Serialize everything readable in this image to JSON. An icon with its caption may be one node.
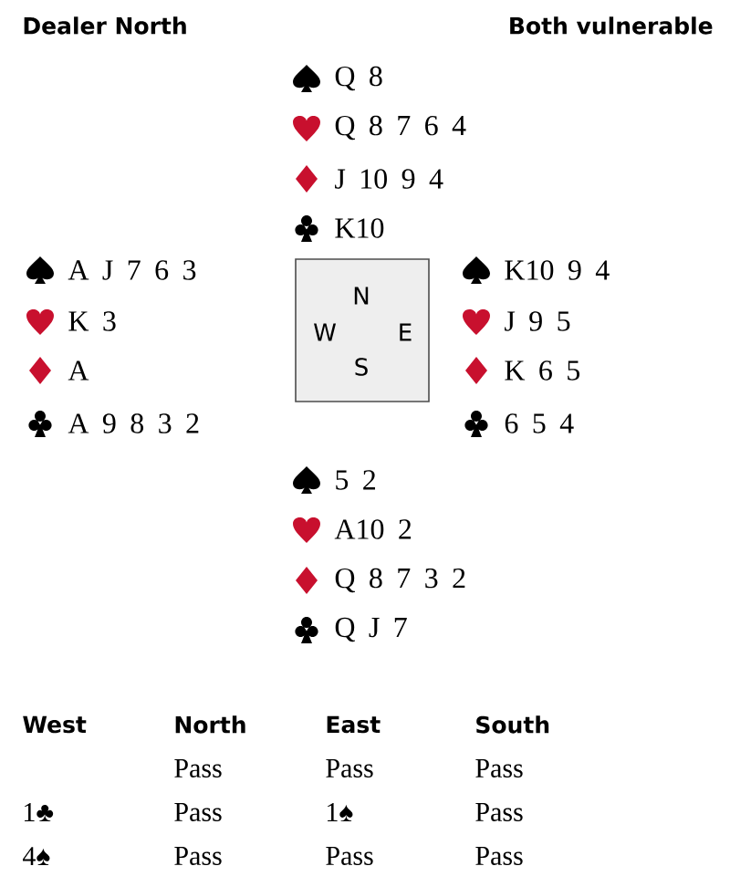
{
  "diagram": {
    "nodes": [
      {
        "text": [
          "N",
          "W",
          "E",
          "S"
        ]
      }
    ],
    "labels": [
      "Dealer North",
      "Both vulnerable",
      "Q 8",
      "Q 8 7 6 4",
      "J 10 9 4",
      "K10",
      "A J 7 6 3",
      "K 3",
      "A",
      "A 9 8 3 2",
      "K10 9 4",
      "J 9 5",
      "K 6 5",
      "6 5 4",
      "5 2",
      "A10 2",
      "Q 8 7 3 2",
      "Q J 7",
      "West",
      "North",
      "East",
      "South",
      "Pass",
      "Pass",
      "Pass",
      "1♣",
      "Pass",
      "1♠",
      "Pass",
      "4♠",
      "Pass",
      "Pass",
      "Pass"
    ]
  }
}
